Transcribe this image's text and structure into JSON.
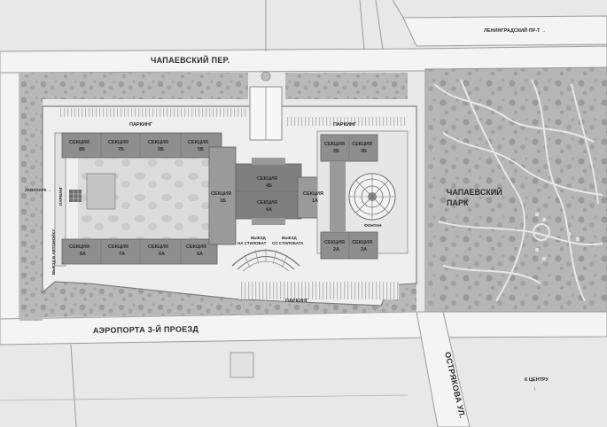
{
  "streets": {
    "chapaevsky_lane": "ЧАПАЕВСКИЙ ПЕР.",
    "aeroporta": "АЭРОПОРТА 3-Й ПРОЕЗД",
    "ostryakova": "ОСТРЯКОВА УЛ.",
    "leningradsky": "ЛЕНИНГРАДСКИЙ ПР-Т →",
    "to_center": "К ЦЕНТРУ",
    "to_center_arrow": "↓"
  },
  "park": {
    "line1": "ЧАПАЕВСКИЙ",
    "line2": "ПАРК"
  },
  "parking": {
    "top_left": "ПАРКИНГ",
    "top_right": "ПАРКИНГ",
    "bottom": "ПАРКИНГ"
  },
  "labels": {
    "aquapark": "АКВАПАРК →",
    "exit_car": "ВЫЕЗД В АВТОМОЙКУ",
    "left_vertical": "ПАРКИНГ",
    "exit_stylobat_line1": "ВЫЕЗД",
    "exit_stylobat_line2": "НА СТИЛОБАТ",
    "exit_from_stylobat_line1": "ВЫЕЗД",
    "exit_from_stylobat_line2": "СО СТИЛОБАТА",
    "fountain": "ФОНТАН"
  },
  "sections": [
    {
      "name": "СЕКЦИЯ",
      "num": "8Б"
    },
    {
      "name": "СЕКЦИЯ",
      "num": "7Б"
    },
    {
      "name": "СЕКЦИЯ",
      "num": "6Б"
    },
    {
      "name": "СЕКЦИЯ",
      "num": "5Б"
    },
    {
      "name": "СЕКЦИЯ",
      "num": "8А"
    },
    {
      "name": "СЕКЦИЯ",
      "num": "7А"
    },
    {
      "name": "СЕКЦИЯ",
      "num": "6А"
    },
    {
      "name": "СЕКЦИЯ",
      "num": "5А"
    },
    {
      "name": "СЕКЦИЯ",
      "num": "1Б"
    },
    {
      "name": "СЕКЦИЯ",
      "num": "4Б"
    },
    {
      "name": "СЕКЦИЯ",
      "num": "4А"
    },
    {
      "name": "СЕКЦИЯ",
      "num": "1А"
    },
    {
      "name": "СЕКЦИЯ",
      "num": "2Б"
    },
    {
      "name": "СЕКЦИЯ",
      "num": "3Б"
    },
    {
      "name": "СЕКЦИЯ",
      "num": "2А"
    },
    {
      "name": "СЕКЦИЯ",
      "num": "3А"
    }
  ],
  "colors": {
    "background": "#e8e8e8",
    "road": "#f3f3f3",
    "road_edge": "#9a9a9a",
    "green": "#b9b9b9",
    "tree": "#9c9c9c",
    "building": "#8e8e8e",
    "building_dark": "#7c7c7c",
    "courtyard": "#d4d4d4"
  }
}
